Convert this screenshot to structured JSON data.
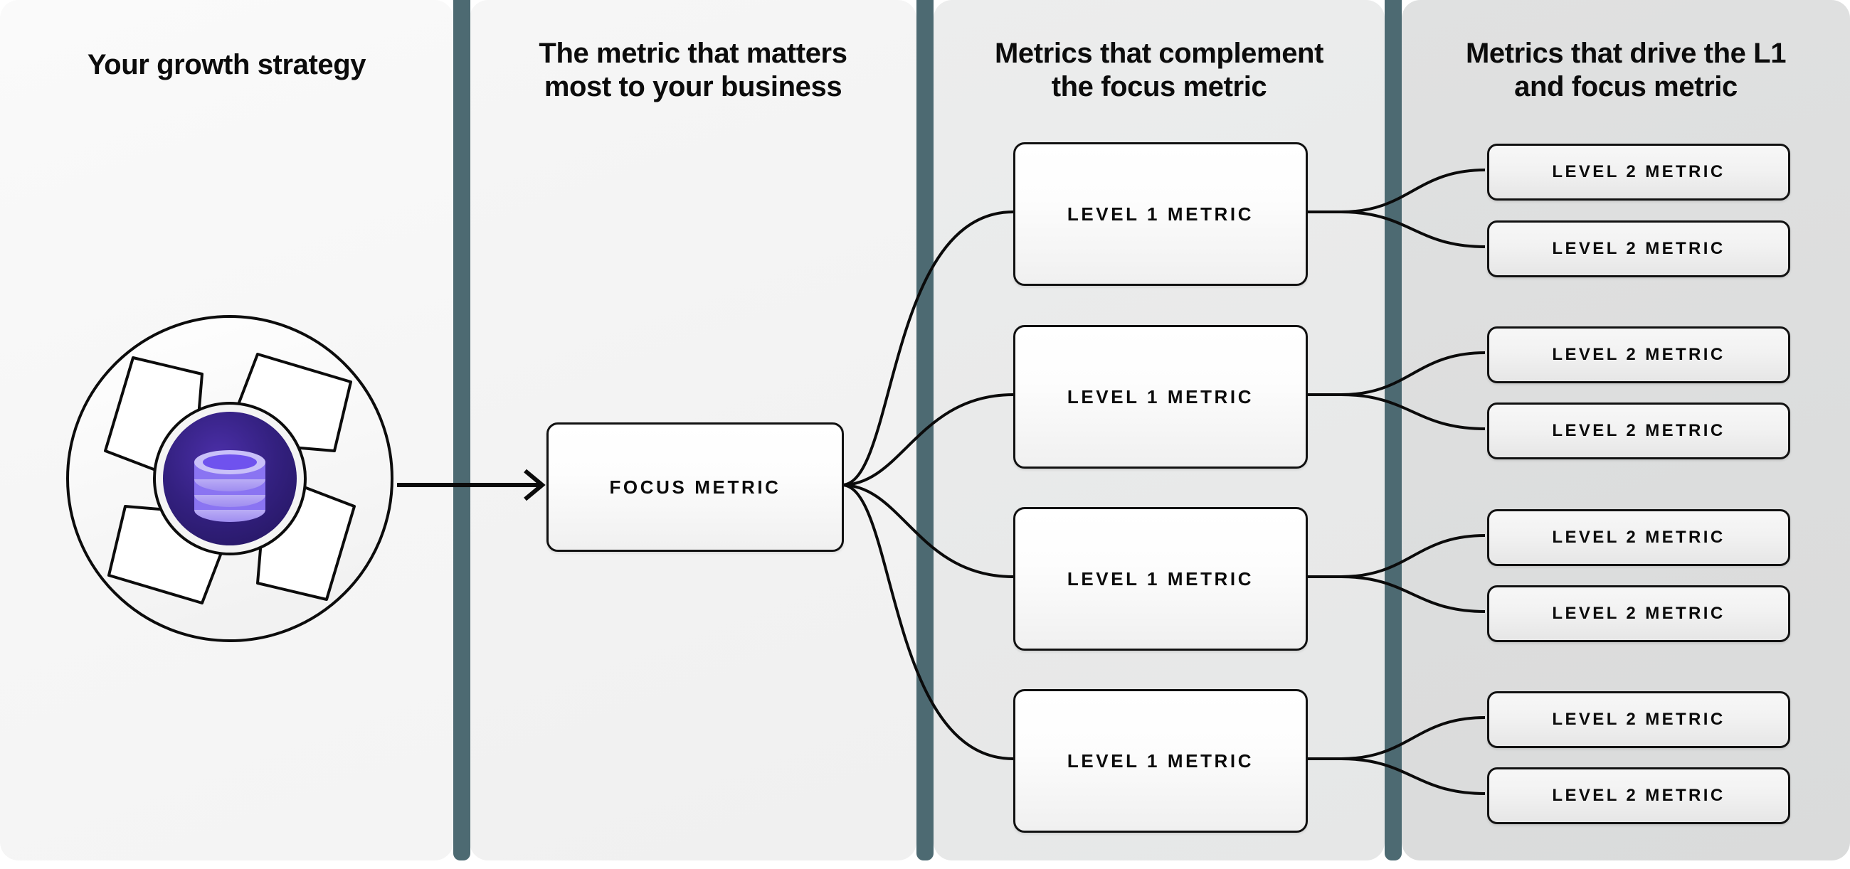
{
  "columns": [
    {
      "id": "growth-strategy",
      "title": "Your growth strategy"
    },
    {
      "id": "focus-metric",
      "title_line1": "The metric that matters",
      "title_line2": "most to your business"
    },
    {
      "id": "complement",
      "title_line1": "Metrics that complement",
      "title_line2": "the focus metric"
    },
    {
      "id": "drivers",
      "title_line1": "Metrics that drive the L1",
      "title_line2": "and focus metric"
    }
  ],
  "icon": {
    "name": "database-pinwheel-icon",
    "outer_ring_color": "#fbfbfb",
    "core_color": "#2e2080",
    "database_light": "#c4b9f7",
    "database_mid": "#7c5cf0"
  },
  "focus_node": {
    "label": "FOCUS METRIC"
  },
  "level1_nodes": [
    {
      "label": "LEVEL 1 METRIC"
    },
    {
      "label": "LEVEL 1 METRIC"
    },
    {
      "label": "LEVEL 1 METRIC"
    },
    {
      "label": "LEVEL 1 METRIC"
    }
  ],
  "level2_nodes": [
    {
      "label": "LEVEL 2 METRIC"
    },
    {
      "label": "LEVEL 2 METRIC"
    },
    {
      "label": "LEVEL 2 METRIC"
    },
    {
      "label": "LEVEL 2 METRIC"
    },
    {
      "label": "LEVEL 2 METRIC"
    },
    {
      "label": "LEVEL 2 METRIC"
    },
    {
      "label": "LEVEL 2 METRIC"
    },
    {
      "label": "LEVEL 2 METRIC"
    }
  ],
  "palette": {
    "divider": "#4d6a72",
    "page_background": "#ffffff",
    "panel_1": "#f7f7f7",
    "panel_2": "#f2f2f2",
    "panel_3": "#e8e9e9",
    "panel_4": "#dcdddd",
    "node_border": "#111111",
    "text": "#0b0b0b"
  }
}
